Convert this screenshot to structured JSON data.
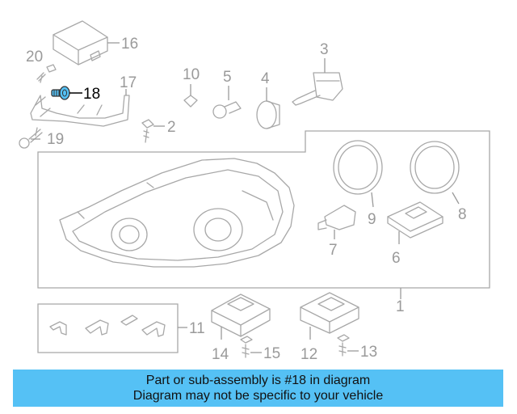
{
  "diagram": {
    "highlight_color": "#55c1f5",
    "highlighted_part": "18",
    "callouts": {
      "c1": "1",
      "c2": "2",
      "c3": "3",
      "c4": "4",
      "c5": "5",
      "c6": "6",
      "c7": "7",
      "c8": "8",
      "c9": "9",
      "c10": "10",
      "c11": "11",
      "c12": "12",
      "c13": "13",
      "c14": "14",
      "c15": "15",
      "c16": "16",
      "c17": "17",
      "c18": "18",
      "c19": "19",
      "c20": "20"
    }
  },
  "banner": {
    "line1": "Part or sub-assembly is #18 in diagram",
    "line2": "Diagram may not be specific to your vehicle"
  }
}
